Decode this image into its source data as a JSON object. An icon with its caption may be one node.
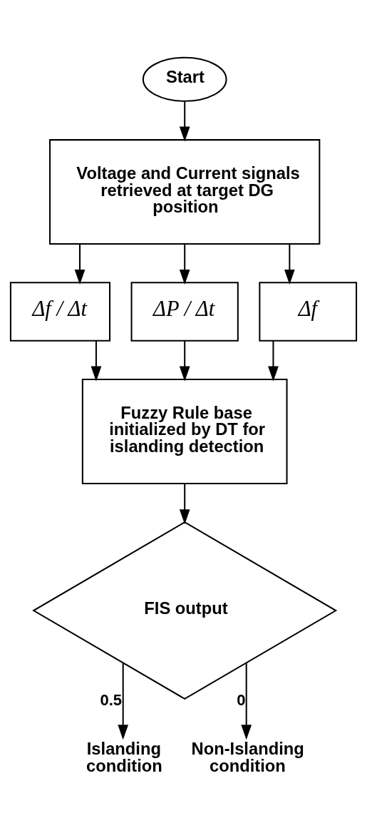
{
  "diagram": {
    "nodes": [
      {
        "text": [
          "Start"
        ]
      },
      {
        "text": [
          "Voltage and Current signals retrieved at target DG position"
        ]
      },
      {
        "text": [
          "Δf / Δt"
        ]
      },
      {
        "text": [
          "ΔP / Δt"
        ]
      },
      {
        "text": [
          "Δf"
        ]
      },
      {
        "text": [
          "Fuzzy Rule base initialized by DT for islanding detection"
        ]
      },
      {
        "text": [
          "FIS output"
        ]
      },
      {
        "text": [
          "Islanding condition"
        ]
      },
      {
        "text": [
          "Non-Islanding condition"
        ]
      }
    ],
    "edges": [
      {
        "from": 0,
        "to": 1,
        "arrow": "to"
      },
      {
        "from": 1,
        "to": 2,
        "arrow": "to"
      },
      {
        "from": 1,
        "to": 3,
        "arrow": "to"
      },
      {
        "from": 1,
        "to": 4,
        "arrow": "to"
      },
      {
        "from": 2,
        "to": 5,
        "arrow": "to"
      },
      {
        "from": 3,
        "to": 5,
        "arrow": "to"
      },
      {
        "from": 4,
        "to": 5,
        "arrow": "to"
      },
      {
        "from": 5,
        "to": 6,
        "arrow": "to"
      },
      {
        "from": 6,
        "to": 7,
        "arrow": "to",
        "label": "0.5"
      },
      {
        "from": 6,
        "to": 8,
        "arrow": "to",
        "label": "0"
      }
    ]
  }
}
